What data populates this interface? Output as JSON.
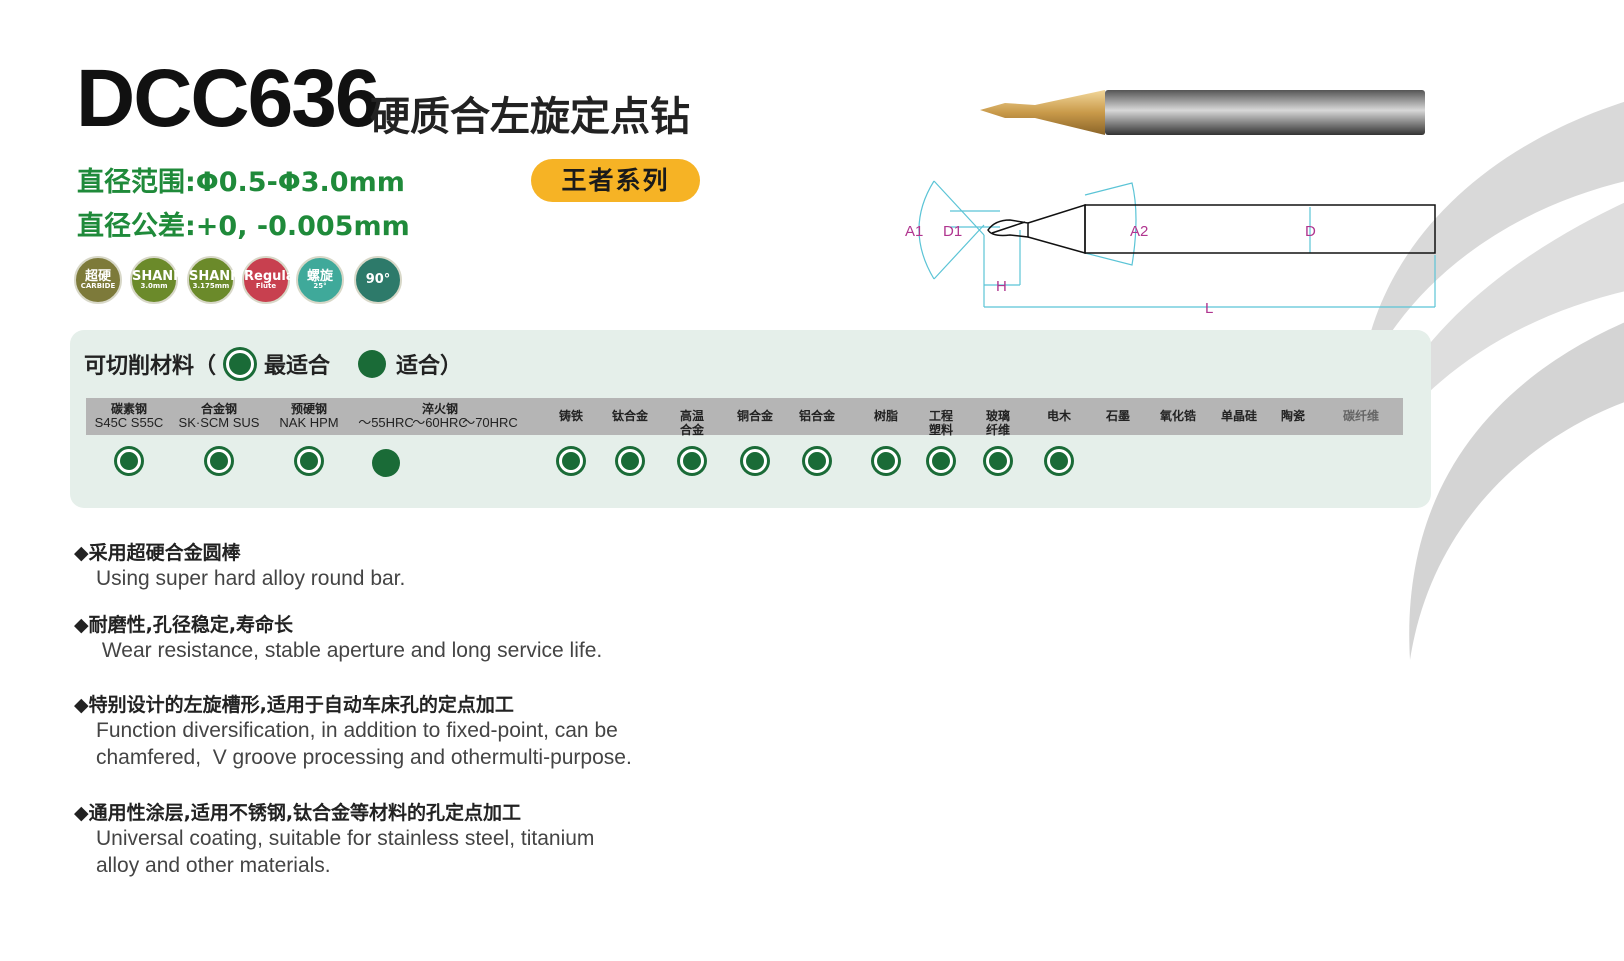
{
  "header": {
    "model": "DCC636",
    "name": "硬质合左旋定点钻",
    "diameter_range": "直径范围:Φ0.5-Φ3.0mm",
    "diameter_tolerance": "直径公差:+0, -0.005mm",
    "series": "王者系列"
  },
  "badges": [
    {
      "main": "超硬",
      "sub": "CARBIDE",
      "color": "#7d7a3a"
    },
    {
      "main": "SHANK",
      "sub": "3.0mm",
      "color": "#6b8a2a"
    },
    {
      "main": "SHANK",
      "sub": "3.175mm",
      "color": "#6b8a2a"
    },
    {
      "main": "Regular",
      "sub": "Flute",
      "color": "#c8404f"
    },
    {
      "main": "螺旋",
      "sub": "25°",
      "color": "#3fa99a"
    },
    {
      "main": "90°",
      "sub": "",
      "color": "#2d7a6a"
    }
  ],
  "diagram": {
    "labels": [
      "A1",
      "D1",
      "A2",
      "D",
      "H",
      "L"
    ],
    "line_color": "#5bc4d6",
    "label_color": "#b0358f"
  },
  "materials": {
    "legend": {
      "title": "可切削材料（",
      "best": "最适合",
      "good": "适合）"
    },
    "columns": [
      {
        "name": "碳素钢",
        "sub": "S45C S55C",
        "rating": "best"
      },
      {
        "name": "合金钢",
        "sub": "SK·SCM SUS",
        "rating": "best"
      },
      {
        "name": "预硬钢",
        "sub": "NAK HPM",
        "rating": "best"
      },
      {
        "name": "",
        "sub": "～55HRC",
        "rating": "good"
      },
      {
        "name": "淬火钢",
        "sub": "～60HRC",
        "rating": "none"
      },
      {
        "name": "",
        "sub": "～70HRC",
        "rating": "none"
      },
      {
        "name": "铸铁",
        "sub": "",
        "rating": "best"
      },
      {
        "name": "钛合金",
        "sub": "",
        "rating": "best"
      },
      {
        "name": "高温\n合金",
        "sub": "",
        "rating": "best"
      },
      {
        "name": "铜合金",
        "sub": "",
        "rating": "best"
      },
      {
        "name": "铝合金",
        "sub": "",
        "rating": "best"
      },
      {
        "name": "树脂",
        "sub": "",
        "rating": "best"
      },
      {
        "name": "工程\n塑料",
        "sub": "",
        "rating": "best"
      },
      {
        "name": "玻璃\n纤维",
        "sub": "",
        "rating": "best"
      },
      {
        "name": "电木",
        "sub": "",
        "rating": "best"
      },
      {
        "name": "石墨",
        "sub": "",
        "rating": "none"
      },
      {
        "name": "氧化锆",
        "sub": "",
        "rating": "none"
      },
      {
        "name": "单晶硅",
        "sub": "",
        "rating": "none"
      },
      {
        "name": "陶瓷",
        "sub": "",
        "rating": "none"
      },
      {
        "name": "碳纤维",
        "sub": "",
        "rating": "none"
      }
    ]
  },
  "features": [
    {
      "title": "◆采用超硬合金圆棒",
      "en": "Using super hard alloy round bar."
    },
    {
      "title": "◆耐磨性,孔径稳定,寿命长",
      "en": " Wear resistance, stable aperture and long service life."
    },
    {
      "title": "◆特别设计的左旋槽形,适用于自动车床孔的定点加工",
      "en": "Function diversification, in addition to fixed-point, can be\nchamfered,  V groove processing and othermulti-purpose."
    },
    {
      "title": "◆通用性涂层,适用不锈钢,钛合金等材料的孔定点加工",
      "en": "Universal coating, suitable for stainless steel, titanium\nalloy and other materials."
    }
  ],
  "colors": {
    "green": "#1f8a3a",
    "dark_green": "#1a6b37",
    "orange": "#f6b325",
    "panel": "#e5efea"
  }
}
